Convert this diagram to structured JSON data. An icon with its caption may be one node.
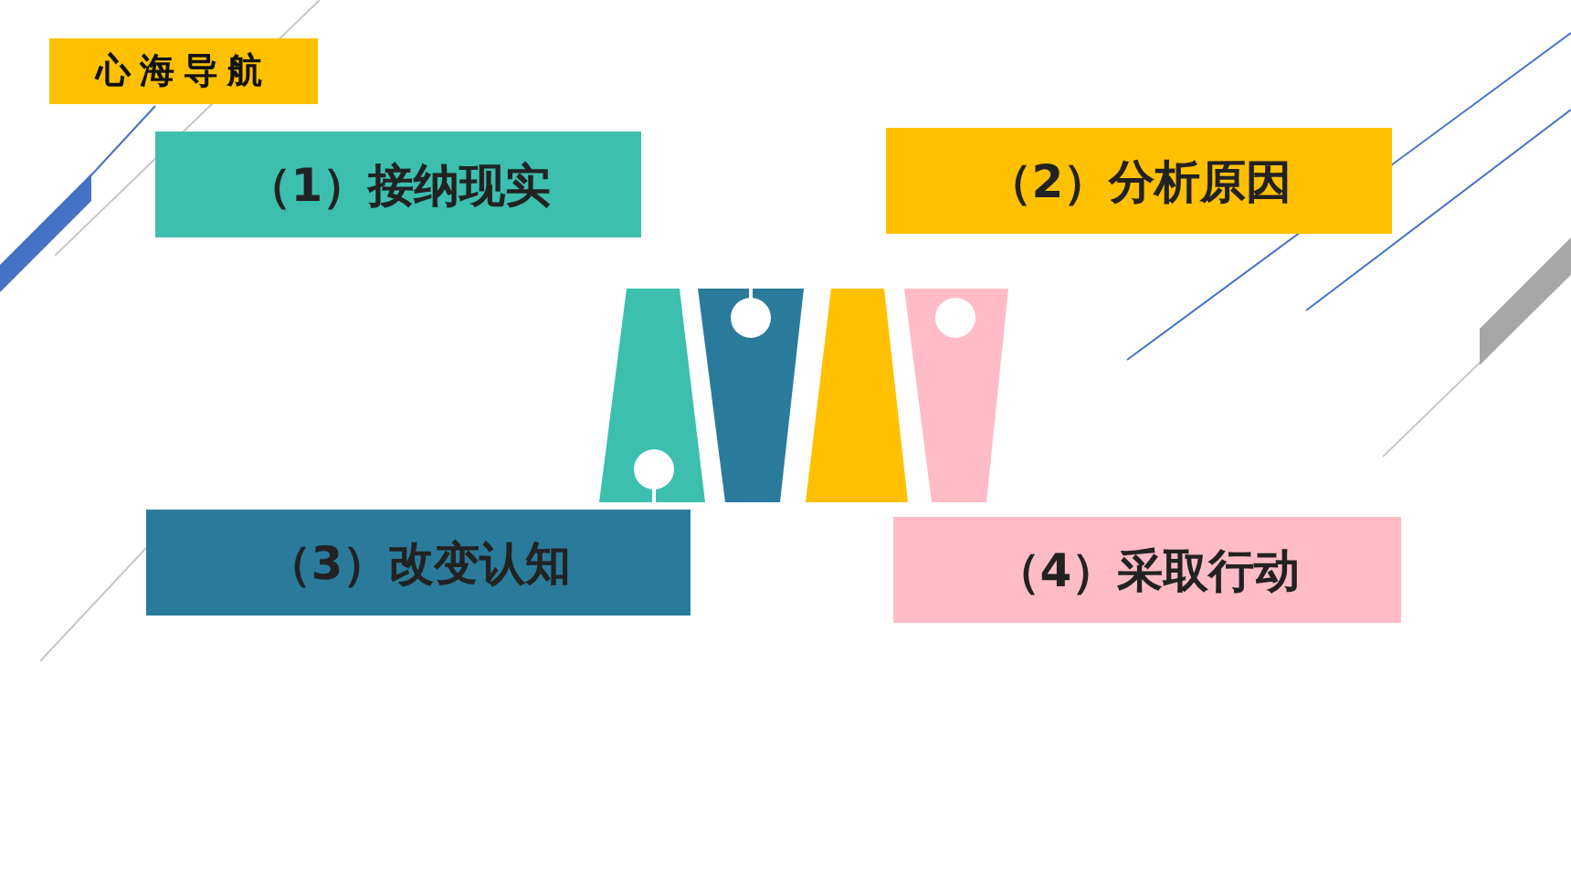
{
  "diagram": {
    "title": "心海导航",
    "nodes": [
      {
        "text": [
          "（1）接纳现实"
        ]
      },
      {
        "text": [
          "（2）分析原因"
        ]
      },
      {
        "text": [
          "（3）改变认知"
        ]
      },
      {
        "text": [
          "（4）采取行动"
        ]
      }
    ]
  }
}
